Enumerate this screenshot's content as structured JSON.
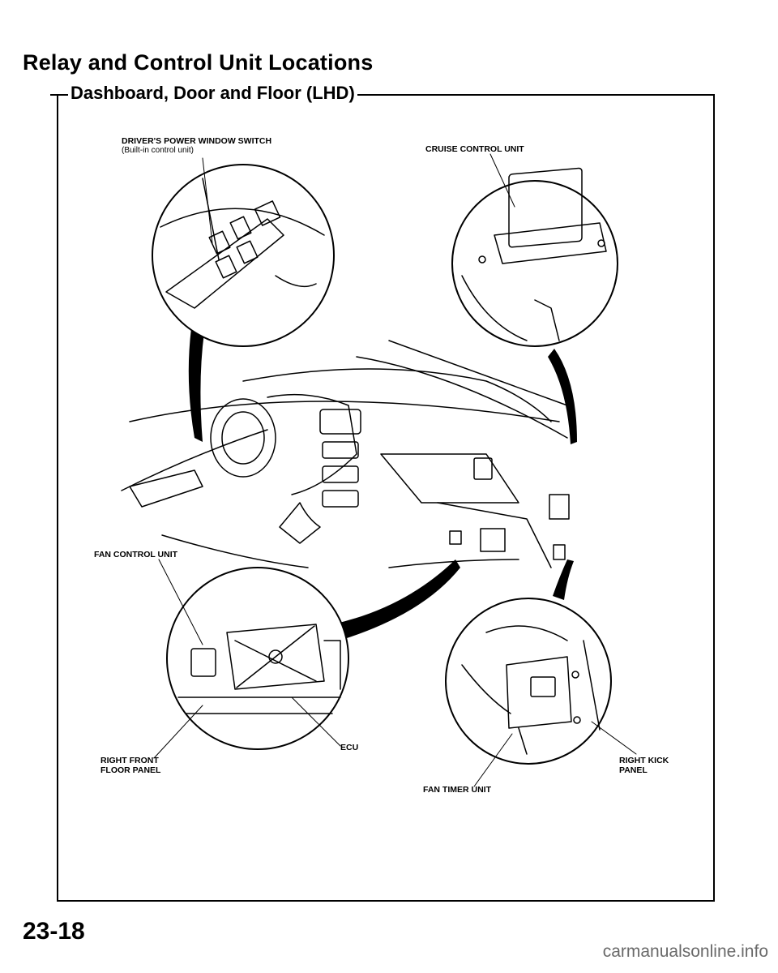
{
  "page": {
    "title": "Relay and Control Unit Locations",
    "subtitle": "Dashboard, Door and Floor (LHD)",
    "page_number": "23-18",
    "watermark": "carmanualsonline.info"
  },
  "callouts": {
    "drivers_window_switch": "DRIVER'S POWER WINDOW SWITCH",
    "drivers_window_switch_note": "(Built-in control unit)",
    "cruise_control_unit": "CRUISE CONTROL UNIT",
    "fan_control_unit": "FAN CONTROL UNIT",
    "ecu": "ECU",
    "right_front_floor_panel_1": "RIGHT FRONT",
    "right_front_floor_panel_2": "FLOOR PANEL",
    "right_kick_panel_1": "RIGHT KICK",
    "right_kick_panel_2": "PANEL",
    "fan_timer_unit": "FAN TIMER UNIT"
  }
}
